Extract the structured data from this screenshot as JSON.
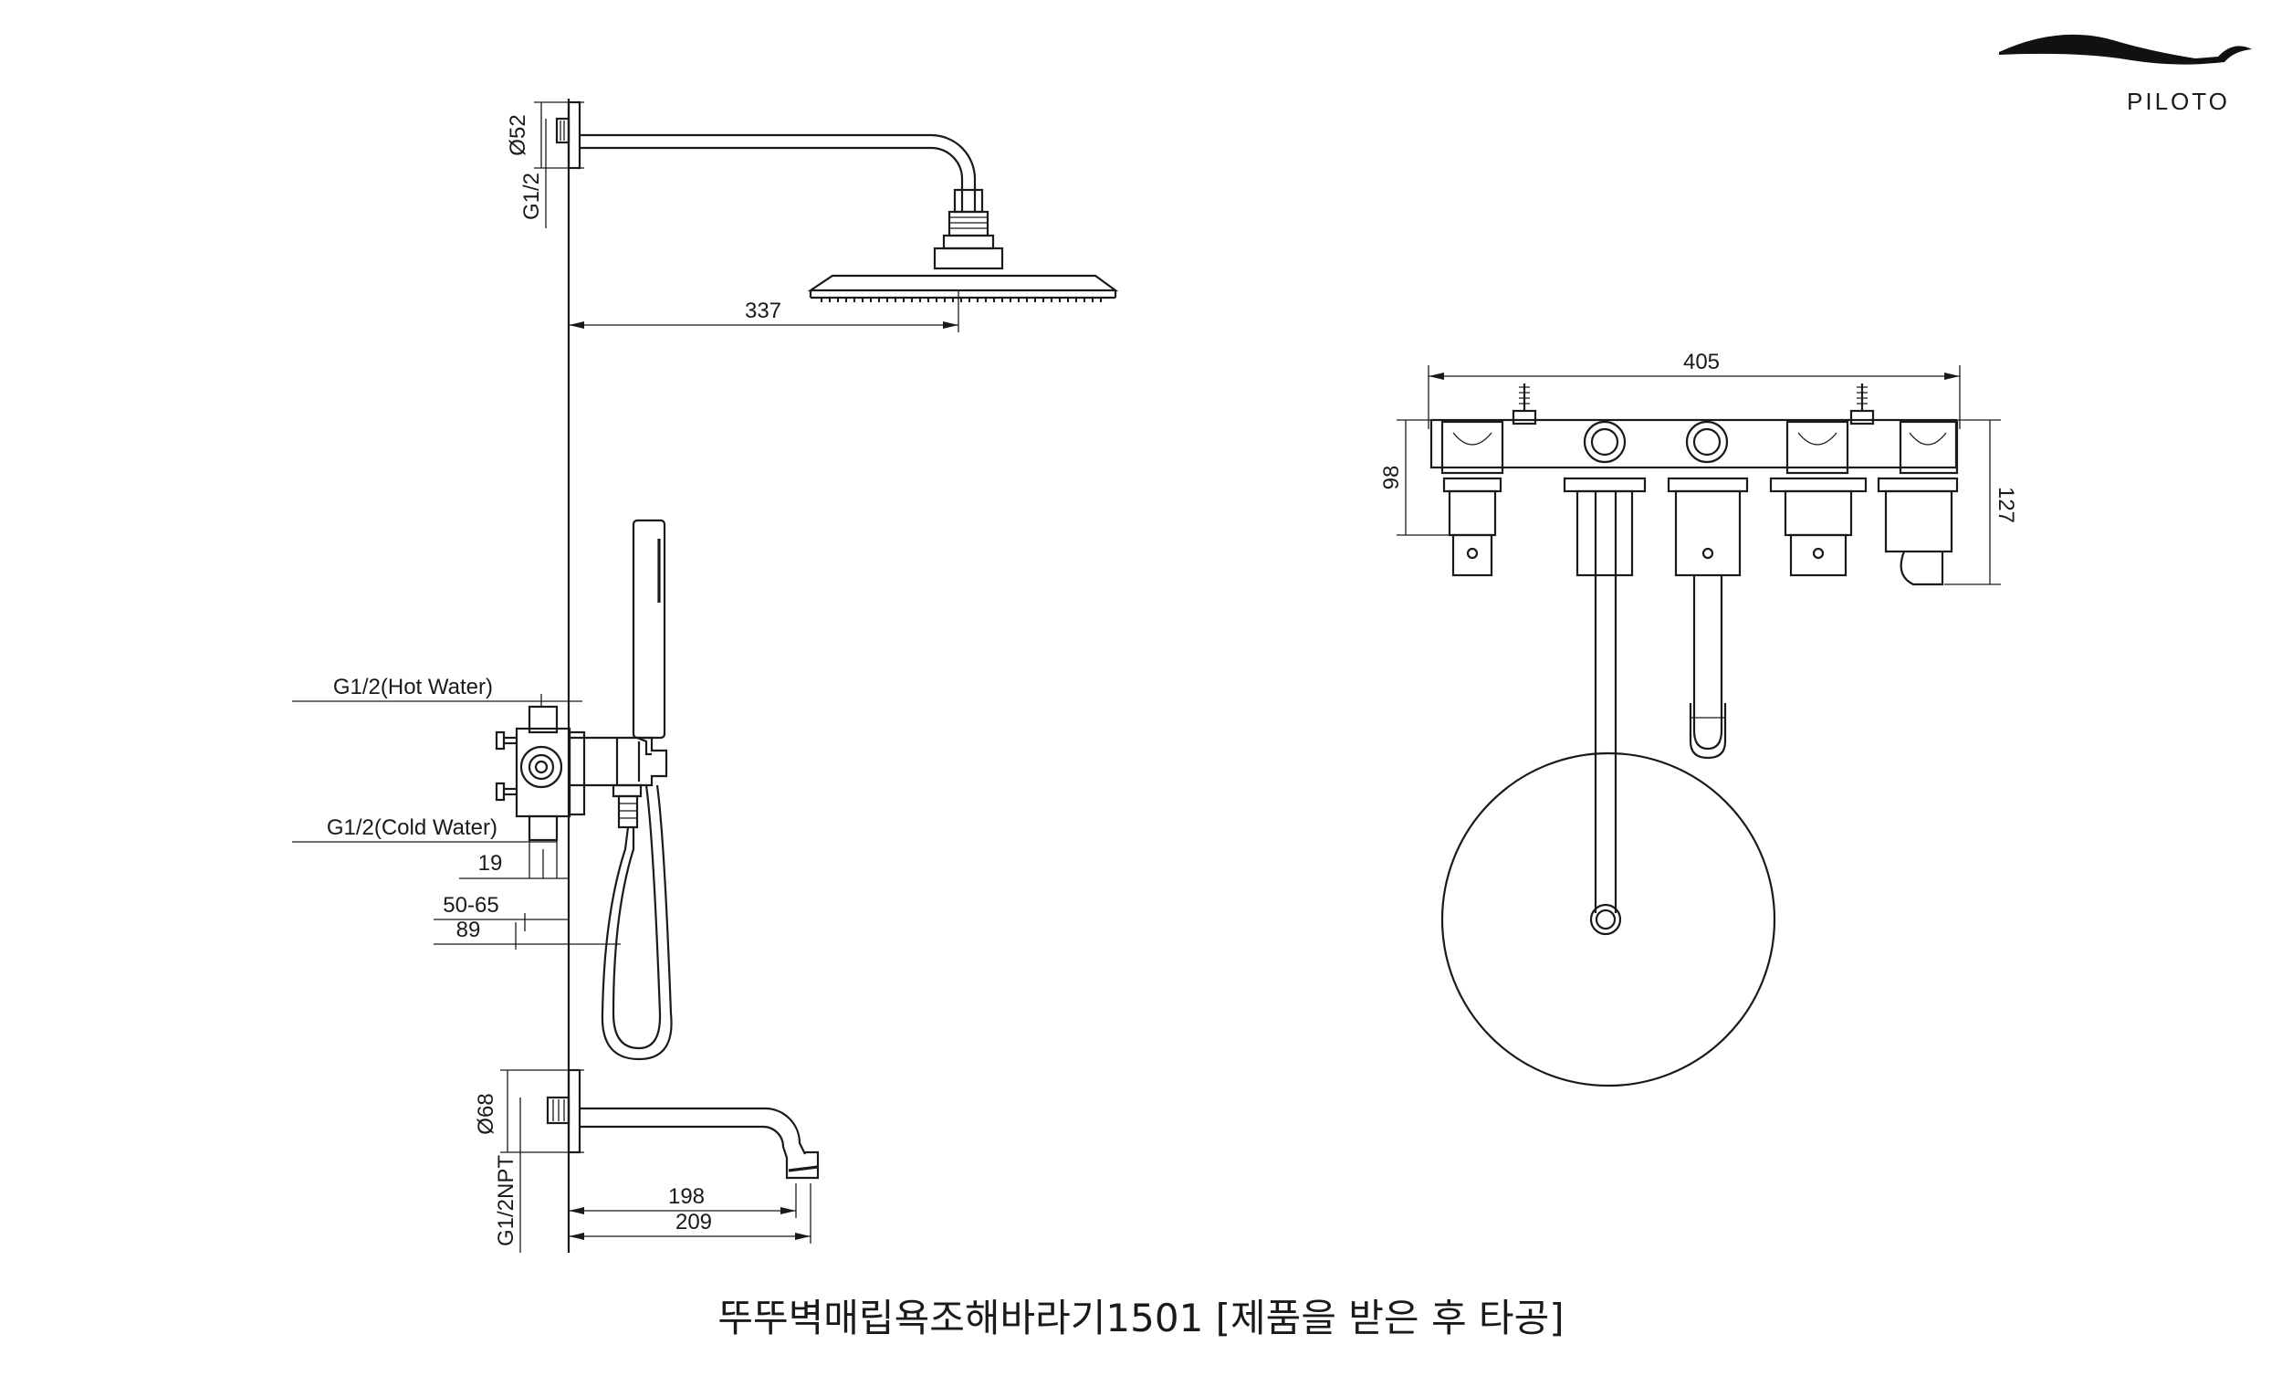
{
  "brand": {
    "name": "PILOTO"
  },
  "caption": "뚜뚜벽매립욕조해바라기1501 [제품을 받은 후 타공]",
  "side_view": {
    "dim_arm_diameter": "Ø52",
    "dim_arm_thread": "G1/2",
    "dim_arm_length": "337",
    "label_hot": "G1/2(Hot Water)",
    "label_cold": "G1/2(Cold Water)",
    "dim_19": "19",
    "dim_50_65": "50-65",
    "dim_89": "89",
    "dim_spout_diameter": "Ø68",
    "dim_spout_thread": "G1/2NPT",
    "dim_198": "198",
    "dim_209": "209"
  },
  "front_view": {
    "dim_width": "405",
    "dim_98": "98",
    "dim_127": "127"
  }
}
